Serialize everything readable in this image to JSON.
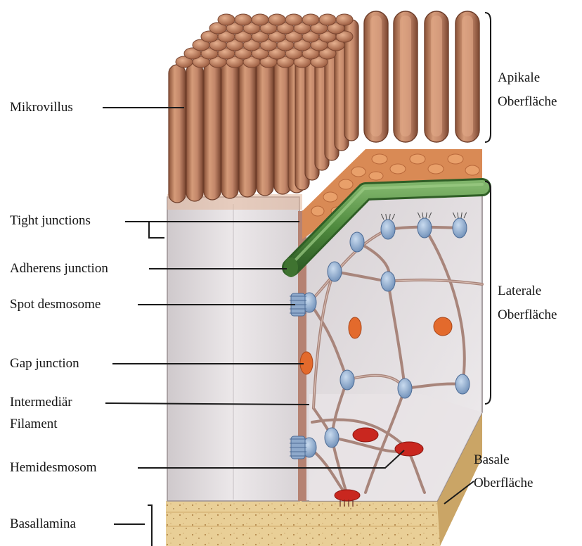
{
  "labels": {
    "mikrovillus": "Mikrovillus",
    "tight_junctions": "Tight junctions",
    "adherens_junction": "Adherens junction",
    "spot_desmosome": "Spot desmosome",
    "gap_junction": "Gap junction",
    "intermediaer_line1": "Intermediär",
    "intermediaer_line2": "Filament",
    "hemidesmosom": "Hemidesmosom",
    "basallamina": "Basallamina",
    "apikale_line1": "Apikale",
    "apikale_line2": "Oberfläche",
    "laterale_line1": "Laterale",
    "laterale_line2": "Oberfläche",
    "basale_line1": "Basale",
    "basale_line2": "Oberfläche"
  },
  "colors": {
    "microvillus": "#b7785b",
    "microvillus_dark": "#7e4a34",
    "cytoplasm": "#e6e1e4",
    "adherens_belt": "#4f8a3e",
    "desmosome": "#8ea9cb",
    "gap_junction": "#e36a2c",
    "hemidesmosome": "#c9271f",
    "filament": "#b08c82",
    "basal_lamina": "#e9cf97",
    "label_text": "#141414"
  }
}
